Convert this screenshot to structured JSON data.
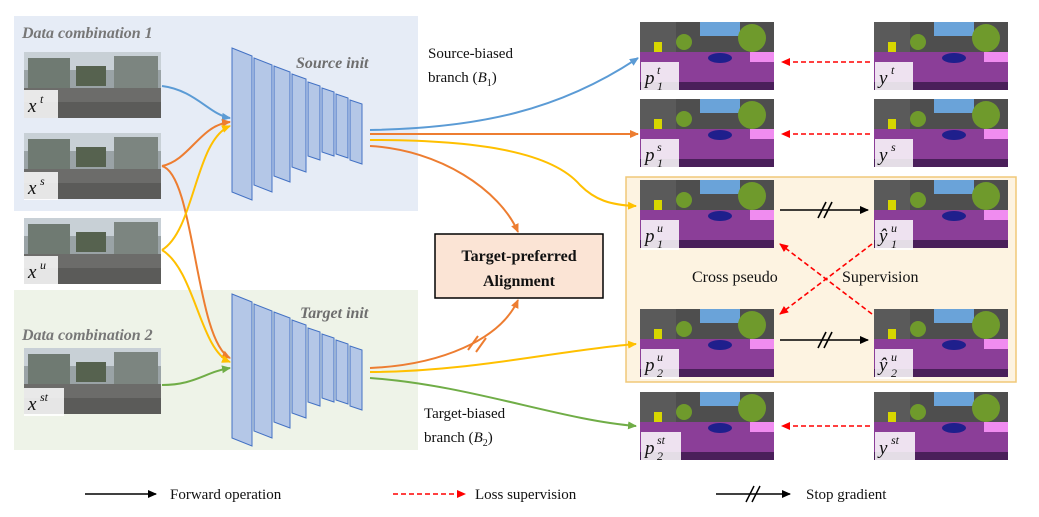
{
  "panels": {
    "combo1_title": "Data combination 1",
    "combo2_title": "Data combination 2"
  },
  "networks": {
    "source_init": "Source init",
    "target_init": "Target init"
  },
  "branches": {
    "source_line1": "Source-biased",
    "source_line2_prefix": "branch  (",
    "source_sym": "B",
    "source_sub": "1",
    "source_suffix": ")",
    "target_line1": "Target-biased",
    "target_line2_prefix": "branch  (",
    "target_sym": "B",
    "target_sub": "2",
    "target_suffix": ")"
  },
  "alignment": {
    "line1": "Target-preferred",
    "line2": "Alignment"
  },
  "cross": {
    "left": "Cross pseudo",
    "right": "Supervision"
  },
  "inputs": [
    {
      "name": "x",
      "sup": "t"
    },
    {
      "name": "x",
      "sup": "s"
    },
    {
      "name": "x",
      "sup": "u"
    },
    {
      "name": "x",
      "sup": "st"
    }
  ],
  "predictions": [
    {
      "name": "p",
      "sup": "t",
      "sub": "1"
    },
    {
      "name": "p",
      "sup": "s",
      "sub": "1"
    },
    {
      "name": "p",
      "sup": "u",
      "sub": "1"
    },
    {
      "name": "p",
      "sup": "u",
      "sub": "2"
    },
    {
      "name": "p",
      "sup": "st",
      "sub": "2"
    }
  ],
  "targets": [
    {
      "name": "y",
      "sup": "t",
      "sub": ""
    },
    {
      "name": "y",
      "sup": "s",
      "sub": ""
    },
    {
      "name": "ŷ",
      "sup": "u",
      "sub": "1"
    },
    {
      "name": "ŷ",
      "sup": "u",
      "sub": "2"
    },
    {
      "name": "y",
      "sup": "st",
      "sub": ""
    }
  ],
  "legend": {
    "forward": "Forward operation",
    "loss": "Loss supervision",
    "stop": "Stop gradient"
  },
  "colors": {
    "blue": "#5b9bd5",
    "orange": "#ed7d31",
    "yellow": "#ffc000",
    "green": "#70ad47",
    "red": "#ff0000",
    "panel1": "#e6ecf6",
    "panel2": "#eef3e8",
    "crossbox": "#fdf3e1",
    "alignbox": "#fbe4d5",
    "layer": "#b4c7e7"
  }
}
